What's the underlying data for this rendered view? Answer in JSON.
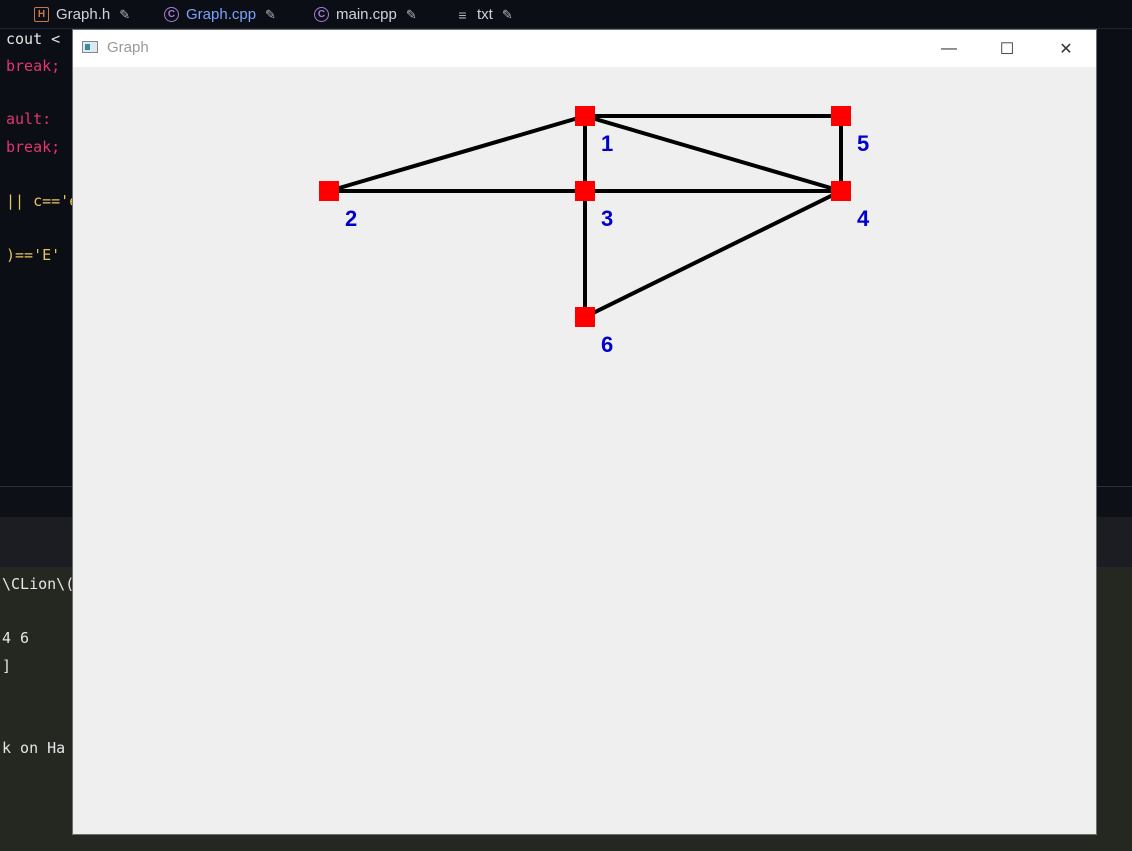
{
  "ide": {
    "tabs": [
      {
        "label": "Graph.h",
        "icon": "header-file-icon"
      },
      {
        "label": "Graph.cpp",
        "icon": "cpp-file-icon",
        "active": true
      },
      {
        "label": "main.cpp",
        "icon": "cpp-file-icon"
      },
      {
        "label": "txt",
        "icon": "text-file-icon"
      }
    ],
    "code_fragments": [
      "cout <",
      "break;",
      "ault:",
      "break;",
      "|| c=='e",
      ")=='E' |"
    ],
    "console_fragments": [
      "\\CLion\\(",
      "4 6",
      "]",
      "k on Ha"
    ]
  },
  "window": {
    "title": "Graph",
    "controls": {
      "minimize": "—",
      "maximize": "☐",
      "close": "✕"
    }
  },
  "graph": {
    "node_color": "#ff0000",
    "label_color": "#0000cc",
    "edge_color": "#000000",
    "nodes": [
      {
        "id": "1",
        "label": "1"
      },
      {
        "id": "2",
        "label": "2"
      },
      {
        "id": "3",
        "label": "3"
      },
      {
        "id": "4",
        "label": "4"
      },
      {
        "id": "5",
        "label": "5"
      },
      {
        "id": "6",
        "label": "6"
      }
    ],
    "edges": [
      [
        "1",
        "2"
      ],
      [
        "1",
        "3"
      ],
      [
        "1",
        "4"
      ],
      [
        "1",
        "5"
      ],
      [
        "2",
        "3"
      ],
      [
        "3",
        "4"
      ],
      [
        "3",
        "6"
      ],
      [
        "4",
        "5"
      ],
      [
        "4",
        "6"
      ]
    ]
  }
}
